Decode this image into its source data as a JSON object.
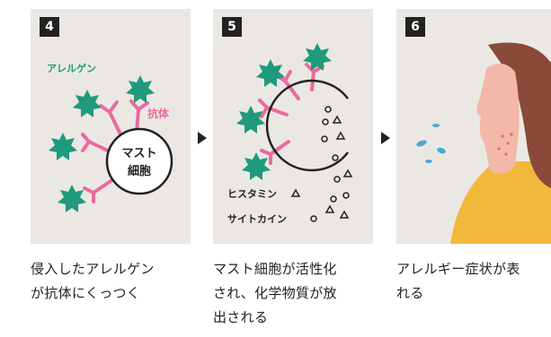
{
  "steps": [
    {
      "number": "4",
      "labels": {
        "allergen": "アレルゲン",
        "antibody": "抗体",
        "mast_cell_line1": "マスト",
        "mast_cell_line2": "細胞"
      },
      "caption": [
        "侵入したアレルゲン",
        "が抗体にくっつく"
      ]
    },
    {
      "number": "5",
      "labels": {
        "histamine": "ヒスタミン",
        "cytokine": "サイトカイン"
      },
      "caption": [
        "マスト細胞が活性化",
        "され、化学物質が放",
        "出される"
      ]
    },
    {
      "number": "6",
      "caption": [
        "アレルギー症状が表",
        "れる"
      ]
    }
  ],
  "colors": {
    "panel_bg": "#ebe8e3",
    "allergen_green": "#1f9a7c",
    "antibody_pink": "#e86aa0",
    "allergen_label": "#1f9a7c",
    "skin": "#f2b8a8",
    "hair": "#8a4a3a",
    "shirt": "#f2b83c",
    "spray_blue": "#4aa8d8"
  },
  "icons": [
    "allergen-icon",
    "antibody-icon",
    "mast-cell-icon",
    "arrow-right-icon",
    "triangle-icon",
    "circle-icon",
    "sneezing-person-icon"
  ]
}
